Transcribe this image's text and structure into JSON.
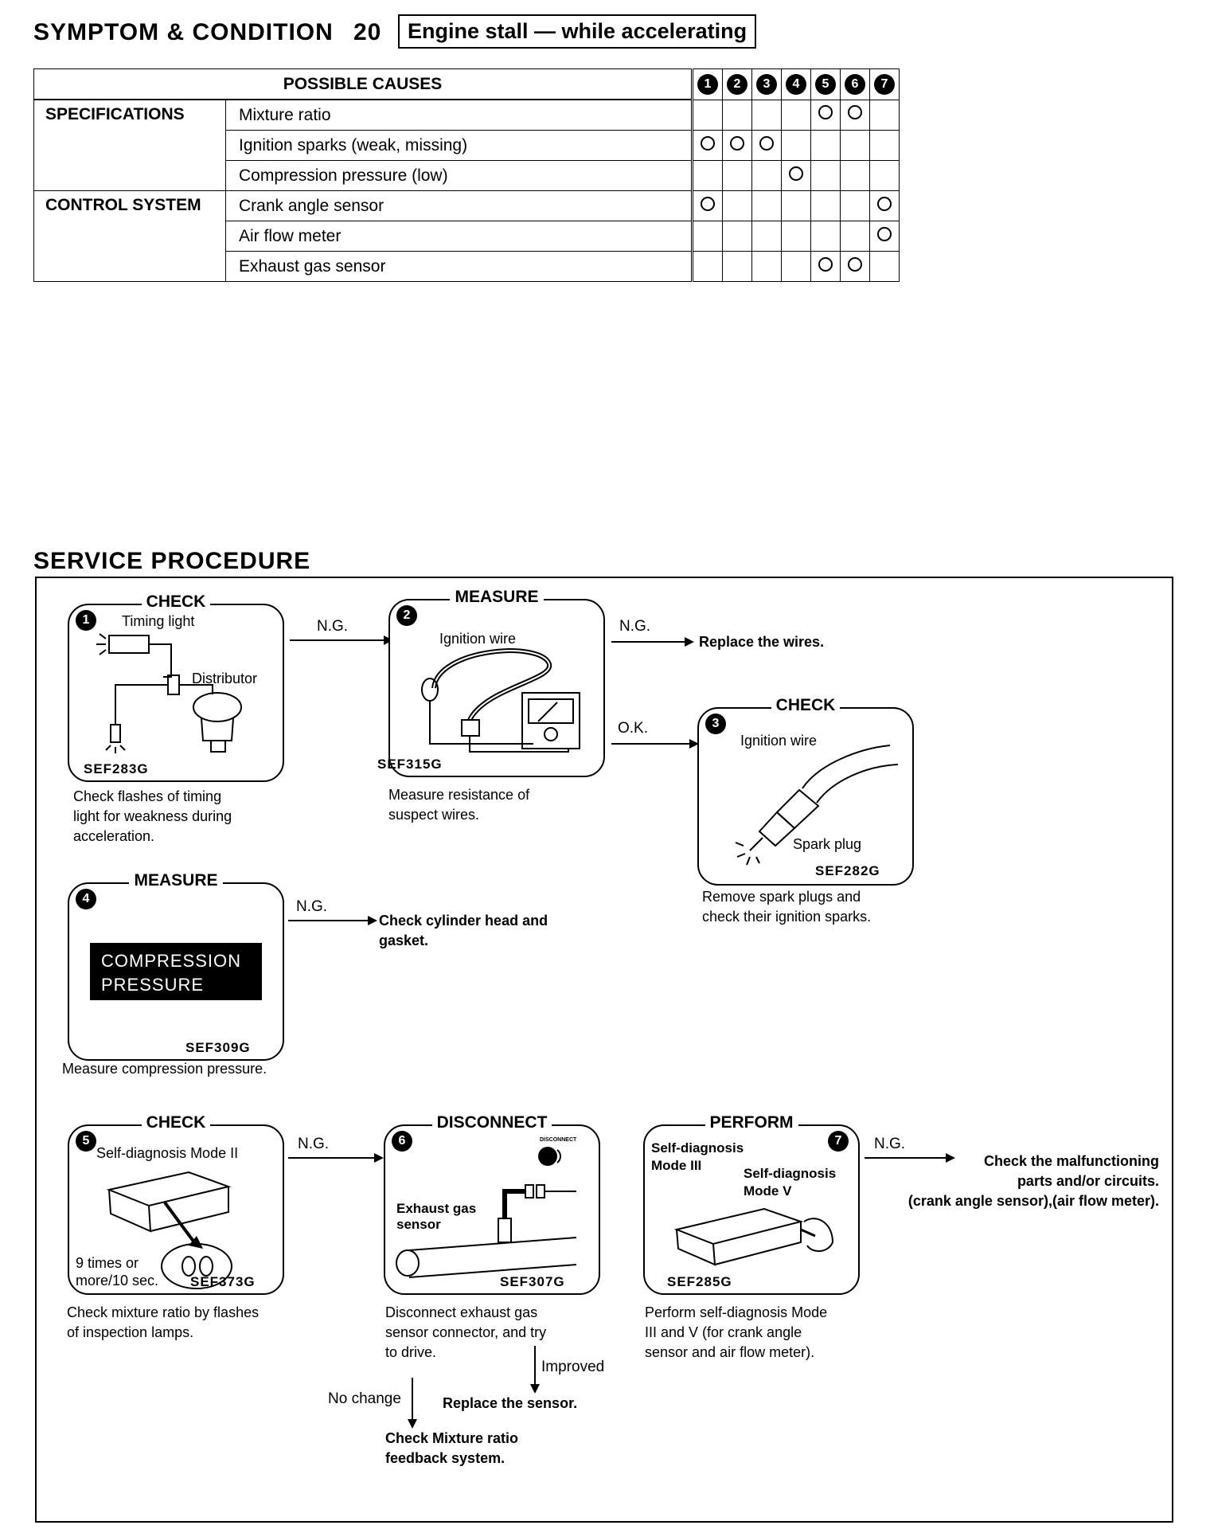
{
  "header": {
    "section_label": "SYMPTOM & CONDITION",
    "number": "20",
    "symptom": "Engine stall — while accelerating"
  },
  "causes_table": {
    "header_label": "POSSIBLE CAUSES",
    "columns": [
      "1",
      "2",
      "3",
      "4",
      "5",
      "6",
      "7"
    ],
    "groups": [
      {
        "name": "SPECIFICATIONS",
        "rows": [
          {
            "label": "Mixture ratio",
            "marks": [
              false,
              false,
              false,
              false,
              true,
              true,
              false
            ]
          },
          {
            "label": "Ignition sparks (weak, missing)",
            "marks": [
              true,
              true,
              true,
              false,
              false,
              false,
              false
            ]
          },
          {
            "label": "Compression pressure (low)",
            "marks": [
              false,
              false,
              false,
              true,
              false,
              false,
              false
            ]
          }
        ]
      },
      {
        "name": "CONTROL SYSTEM",
        "rows": [
          {
            "label": "Crank angle sensor",
            "marks": [
              true,
              false,
              false,
              false,
              false,
              false,
              true
            ]
          },
          {
            "label": "Air flow meter",
            "marks": [
              false,
              false,
              false,
              false,
              false,
              false,
              true
            ]
          },
          {
            "label": "Exhaust gas sensor",
            "marks": [
              false,
              false,
              false,
              false,
              true,
              true,
              false
            ]
          }
        ]
      }
    ]
  },
  "service": {
    "heading": "SERVICE PROCEDURE",
    "steps": [
      {
        "num": "1",
        "action": "CHECK",
        "labels": [
          "Timing light",
          "Distributor"
        ],
        "ref": "SEF283G",
        "desc": [
          "Check flashes of timing",
          "light for weakness during",
          "acceleration."
        ]
      },
      {
        "num": "2",
        "action": "MEASURE",
        "labels": [
          "Ignition wire"
        ],
        "ref": "SEF315G",
        "desc": [
          "Measure resistance of",
          "suspect wires."
        ]
      },
      {
        "num": "3",
        "action": "CHECK",
        "labels": [
          "Ignition wire",
          "Spark plug"
        ],
        "ref": "SEF282G",
        "desc": [
          "Remove spark plugs and",
          "check their ignition sparks."
        ]
      },
      {
        "num": "4",
        "action": "MEASURE",
        "labels": [
          "COMPRESSION",
          "PRESSURE"
        ],
        "ref": "SEF309G",
        "desc": [
          "Measure compression pressure."
        ]
      },
      {
        "num": "5",
        "action": "CHECK",
        "labels": [
          "Self-diagnosis Mode II",
          "9 times or",
          "more/10 sec."
        ],
        "ref": "SEF373G",
        "desc": [
          "Check mixture ratio by flashes",
          "of inspection lamps."
        ]
      },
      {
        "num": "6",
        "action": "DISCONNECT",
        "labels": [
          "Exhaust gas",
          "sensor",
          "DISCONNECT"
        ],
        "ref": "SEF307G",
        "desc": [
          "Disconnect exhaust gas",
          "sensor connector, and try",
          "to drive."
        ]
      },
      {
        "num": "7",
        "action": "PERFORM",
        "labels": [
          "Self-diagnosis",
          "Mode III",
          "Self-diagnosis",
          "Mode V"
        ],
        "ref": "SEF285G",
        "desc": [
          "Perform self-diagnosis Mode",
          "III and V (for crank angle",
          "sensor and air flow meter)."
        ]
      }
    ],
    "flow": {
      "ng": "N.G.",
      "ok": "O.K.",
      "replace_wires": "Replace the wires.",
      "check_head": [
        "Check cylinder head and",
        "gasket."
      ],
      "improved": "Improved",
      "no_change": "No change",
      "replace_sensor": "Replace the sensor.",
      "check_feedback": [
        "Check Mixture ratio",
        "feedback system."
      ],
      "check_malfunction": [
        "Check the malfunctioning",
        "parts and/or circuits.",
        "(crank angle sensor),(air flow meter)."
      ]
    }
  }
}
